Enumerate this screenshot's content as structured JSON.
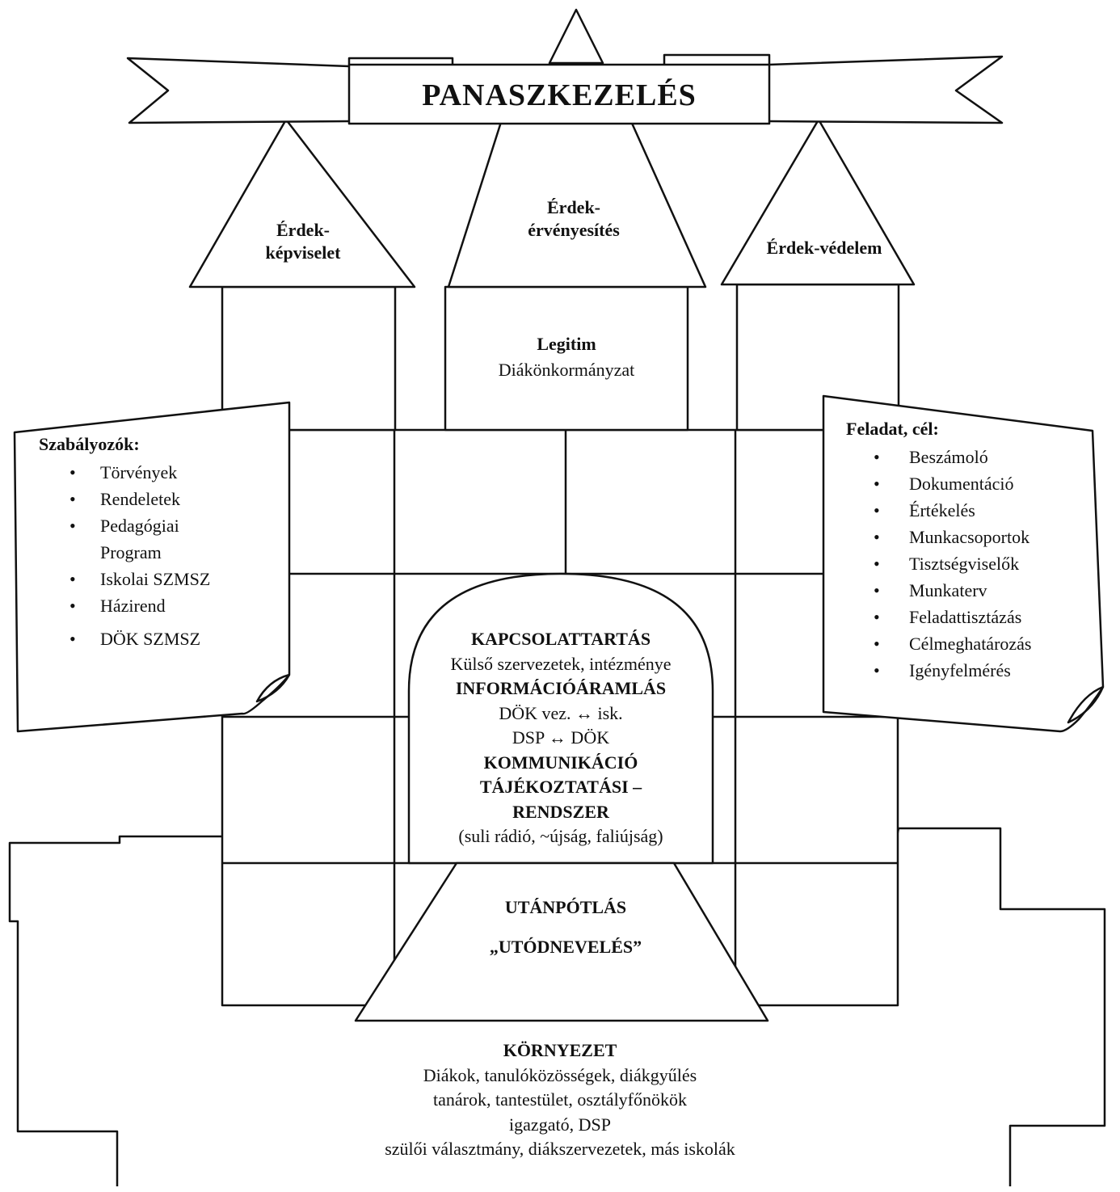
{
  "banner": {
    "title": "PANASZKEZELÉS"
  },
  "turrets": {
    "left": [
      "Érdek-",
      "képviselet"
    ],
    "center": [
      "Érdek-",
      "érvényesítés"
    ],
    "right": "Érdek-védelem"
  },
  "legitim": {
    "title": "Legitim",
    "subtitle": "Diákönkormányzat"
  },
  "left_note": {
    "heading": "Szabályozók:",
    "items": [
      "Törvények",
      "Rendeletek",
      "Pedagógiai Program",
      "Iskolai SZMSZ",
      "Házirend",
      "DÖK SZMSZ"
    ]
  },
  "right_note": {
    "heading": "Feladat, cél:",
    "items": [
      "Beszámoló",
      "Dokumentáció",
      "Értékelés",
      "Munkacsoportok",
      "Tisztségviselők",
      "Munkaterv",
      "Feladattisztázás",
      "Célmeghatározás",
      "Igényfelmérés"
    ]
  },
  "gate": {
    "line1": "KAPCSOLATTARTÁS",
    "line2": "Külső szervezetek, intézménye",
    "line3": "INFORMÁCIÓÁRAMLÁS",
    "line4": "DÖK vez. ↔ isk.",
    "line5": "DSP ↔ DÖK",
    "line6": "KOMMUNIKÁCIÓ",
    "line7": "TÁJÉKOZTATÁSI –",
    "line8": "RENDSZER",
    "line9": "(suli rádió, ~újság, faliújság)"
  },
  "foundation": {
    "line1": "UTÁNPÓTLÁS",
    "line2": "„UTÓDNEVELÉS”"
  },
  "environment": {
    "title": "KÖRNYEZET",
    "lines": [
      "Diákok, tanulóközösségek, diákgyűlés",
      "tanárok, tantestület, osztályfőnökök",
      "igazgató, DSP",
      "szülői választmány, diákszervezetek, más iskolák"
    ]
  }
}
